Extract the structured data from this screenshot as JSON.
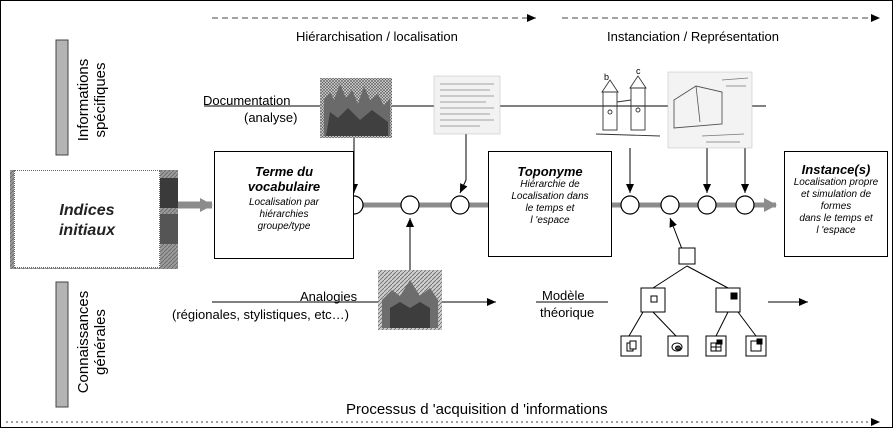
{
  "stages": {
    "hierarchisation": "Hiérarchisation / localisation",
    "instanciation": "Instanciation / Représentation"
  },
  "side_labels": {
    "specific_line1": "Informations",
    "specific_line2": "spécifiques",
    "general_line1": "Connaissances",
    "general_line2": "générales"
  },
  "documentation": {
    "line1": "Documentation",
    "line2": "(analyse)"
  },
  "initial": {
    "line1": "Indices",
    "line2": "initiaux"
  },
  "terme": {
    "title_line1": "Terme du",
    "title_line2": "vocabulaire",
    "sub_line1": "Localisation par",
    "sub_line2": "hiérarchies",
    "sub_line3": "groupe/type"
  },
  "toponyme": {
    "title": "Toponyme",
    "sub_line1": "Hiérarchie de",
    "sub_line2": "Localisation dans",
    "sub_line3": "le temps et",
    "sub_line4": "l 'espace"
  },
  "instance": {
    "title": "Instance(s)",
    "sub_line1": "Localisation propre",
    "sub_line2": "et simulation de",
    "sub_line3": "formes",
    "sub_line4": "dans le temps et",
    "sub_line5": "l 'espace"
  },
  "analogies": {
    "line1": "Analogies",
    "line2": "(régionales, stylistiques, etc…)"
  },
  "modele": {
    "line1": "Modèle",
    "line2": "théorique"
  },
  "sketch_letters": {
    "left": "b",
    "right": "c"
  },
  "footer": "Processus d 'acquisition d 'informations",
  "colors": {
    "flow_arrow": "#8c8c8c",
    "side_bar": "#b4b4b4",
    "photo_dark": "#5a5a5a"
  }
}
